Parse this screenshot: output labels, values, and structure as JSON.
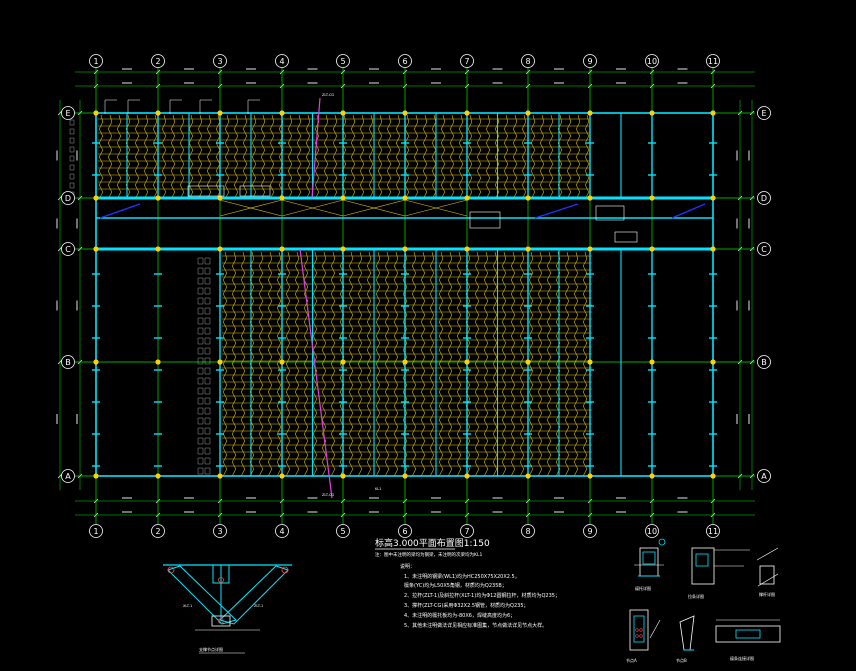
{
  "drawing": {
    "colors": {
      "background": "#000000",
      "grid_line": "#00e600",
      "beam": "#00e5ff",
      "deck": "#e8c800",
      "tie": "#e040e0",
      "brace": "#2233ff",
      "node": "#ffd000",
      "text": "#ffffff"
    },
    "column_axes": [
      "1",
      "2",
      "3",
      "4",
      "5",
      "6",
      "7",
      "8",
      "9",
      "10",
      "11"
    ],
    "row_axes": [
      "E",
      "D",
      "C",
      "B",
      "A"
    ],
    "title": "标高3.000平面布置图1:150",
    "subtitle": "注：图中未注明的梁均为钢梁，未注明的次梁均为KL1",
    "notes_heading": "说明：",
    "notes": [
      "1、未注明的钢梁(WL1)均为HC250X75X20X2.5，",
      "   檩条(YC)均为L50X5角钢，材质均为Q235B；",
      "2、拉杆(ZLT-1)及斜拉杆(XLT-1)均为Φ12圆钢拉杆，材质均为Q235；",
      "3、撑杆(ZLT-CG)采用Φ32X2.5钢管，材质均为Q235；",
      "4、未注明的檩托板均为-80X6，焊缝高度均为6；",
      "5、其他未注明做法详见相应标准图集，节点做法详见节点大样。"
    ],
    "detail_left_title": "支撑节点详图",
    "detail_labels": {
      "d1": "檩托详图",
      "d2": "拉条详图",
      "d3": "撑杆详图",
      "d4": "节点A",
      "d5": "节点B",
      "d6": "檩条连接详图"
    },
    "tags": {
      "left_tag": "XLT-1",
      "right_tag": "ZLT-1",
      "tie_top": "ZLT-CG",
      "tie_bottom": "ZLT-CG",
      "beam_tag": "KL1"
    }
  }
}
